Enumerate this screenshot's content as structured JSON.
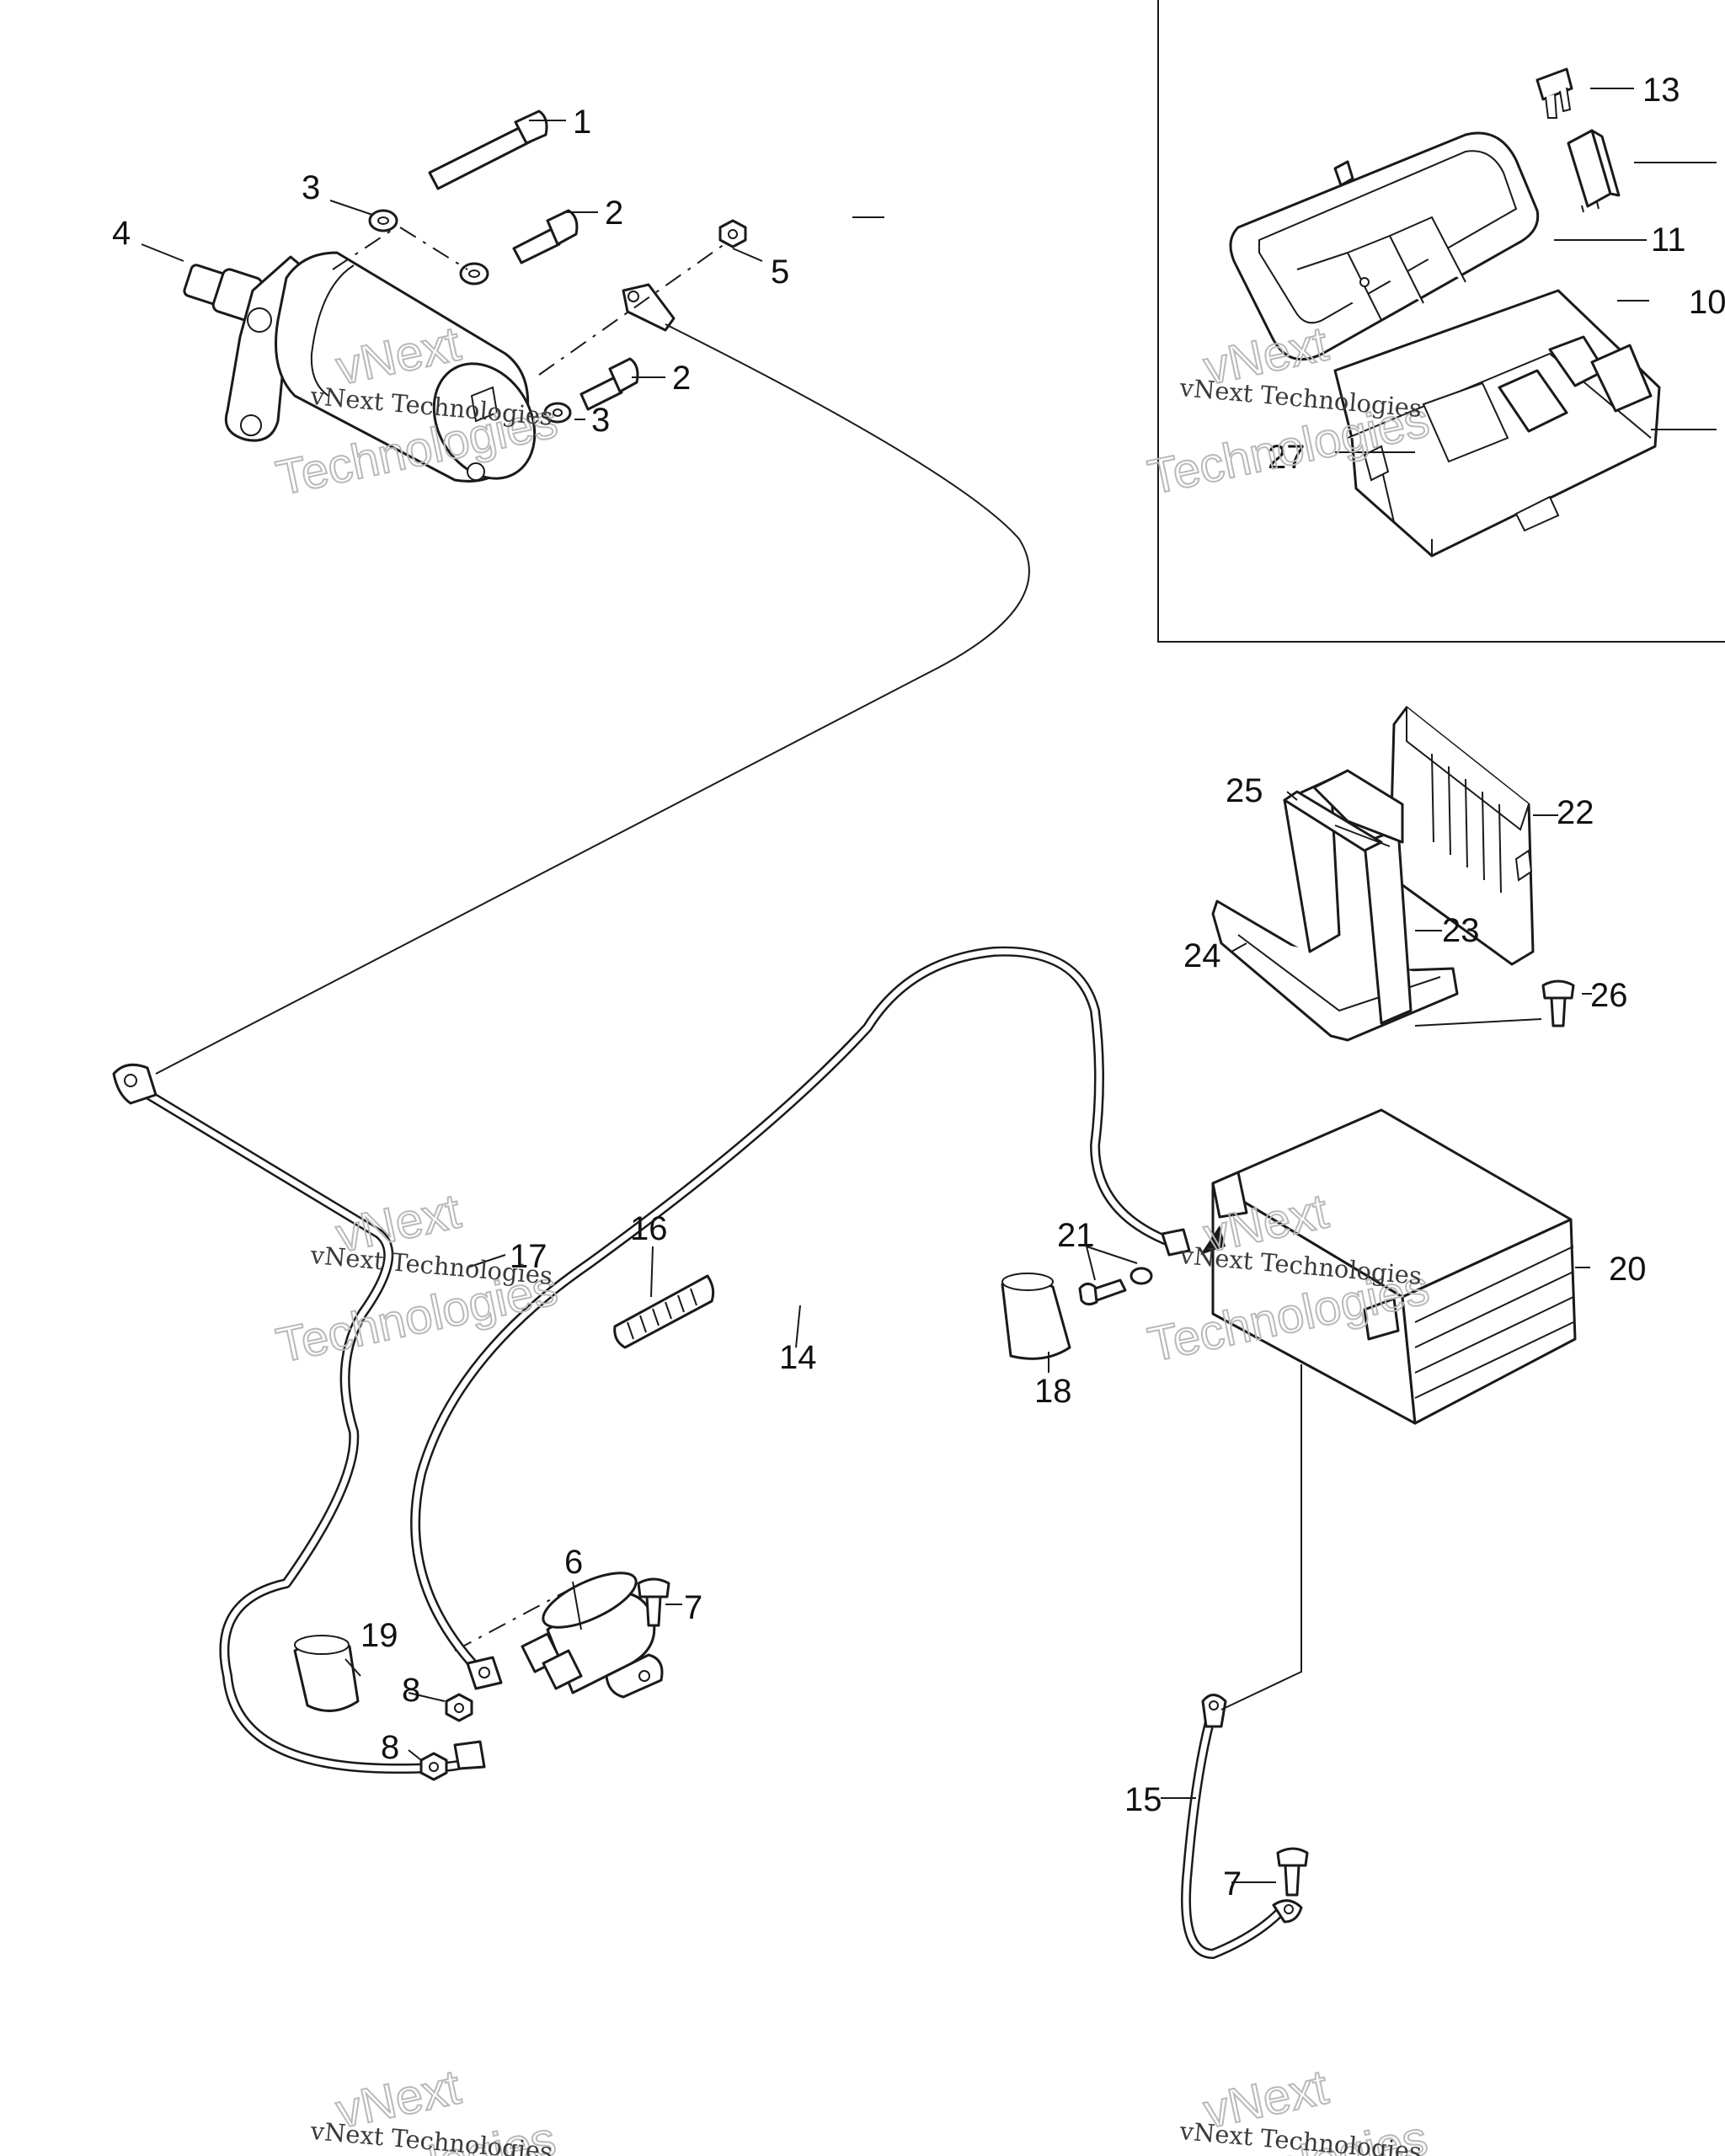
{
  "callouts": [
    {
      "id": "c1",
      "label": "1"
    },
    {
      "id": "c2a",
      "label": "2"
    },
    {
      "id": "c2b",
      "label": "2"
    },
    {
      "id": "c3a",
      "label": "3"
    },
    {
      "id": "c3b",
      "label": "3"
    },
    {
      "id": "c4",
      "label": "4"
    },
    {
      "id": "c5",
      "label": "5"
    },
    {
      "id": "c6",
      "label": "6"
    },
    {
      "id": "c7a",
      "label": "7"
    },
    {
      "id": "c7b",
      "label": "7"
    },
    {
      "id": "c8a",
      "label": "8"
    },
    {
      "id": "c8b",
      "label": "8"
    },
    {
      "id": "c10",
      "label": "10"
    },
    {
      "id": "c11",
      "label": "11"
    },
    {
      "id": "c13",
      "label": "13"
    },
    {
      "id": "c14",
      "label": "14"
    },
    {
      "id": "c15",
      "label": "15"
    },
    {
      "id": "c16",
      "label": "16"
    },
    {
      "id": "c17",
      "label": "17"
    },
    {
      "id": "c18",
      "label": "18"
    },
    {
      "id": "c19",
      "label": "19"
    },
    {
      "id": "c20",
      "label": "20"
    },
    {
      "id": "c21",
      "label": "21"
    },
    {
      "id": "c22",
      "label": "22"
    },
    {
      "id": "c23",
      "label": "23"
    },
    {
      "id": "c24",
      "label": "24"
    },
    {
      "id": "c25",
      "label": "25"
    },
    {
      "id": "c26",
      "label": "26"
    },
    {
      "id": "c27",
      "label": "27"
    }
  ],
  "watermark": {
    "line1": "vNext",
    "line2": "Technologies",
    "small": "vNext Technologies"
  }
}
